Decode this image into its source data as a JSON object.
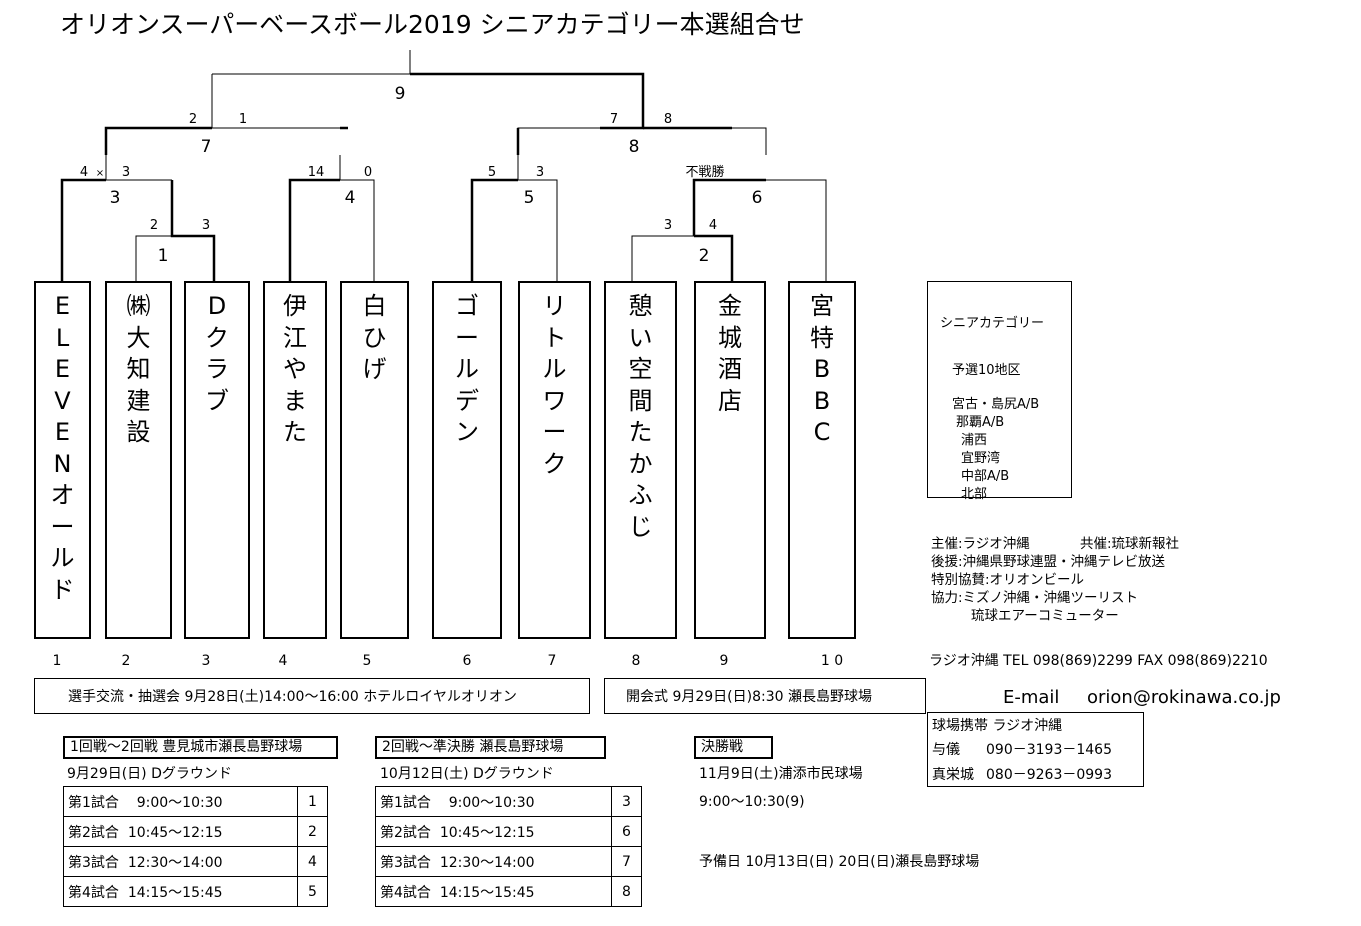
{
  "title": "オリオンスーパーベースボール2019  シニアカテゴリー本選組合せ",
  "bracket": {
    "game_numbers": [
      "9",
      "7",
      "8",
      "3",
      "4",
      "5",
      "6",
      "1",
      "2"
    ],
    "scores": {
      "g9_left": "2",
      "g9_right": "1",
      "g8_left": "7",
      "g8_right": "8",
      "g7_left": "4",
      "g7_mark": "×",
      "g7_right": "3",
      "g3_left": "14",
      "g3_right": "0",
      "g5_left": "5",
      "g5_right": "3",
      "g6_note": "不戦勝",
      "g1_left": "2",
      "g1_right": "3",
      "g2_left": "3",
      "g2_right": "4"
    }
  },
  "teams": [
    {
      "seed": "1",
      "chars": [
        "E",
        "L",
        "E",
        "V",
        "E",
        "N",
        "オ",
        "ー",
        "ル",
        "ド"
      ]
    },
    {
      "seed": "2",
      "chars": [
        "㈱",
        "大",
        "知",
        "建",
        "設"
      ]
    },
    {
      "seed": "3",
      "chars": [
        "D",
        "ク",
        "ラ",
        "ブ"
      ]
    },
    {
      "seed": "4",
      "chars": [
        "伊",
        "江",
        "や",
        "ま",
        "た"
      ]
    },
    {
      "seed": "5",
      "chars": [
        "白",
        "ひ",
        "げ"
      ]
    },
    {
      "seed": "6",
      "chars": [
        "ゴ",
        "ー",
        "ル",
        "デ",
        "ン"
      ]
    },
    {
      "seed": "7",
      "chars": [
        "リ",
        "ト",
        "ル",
        "ワ",
        "ー",
        "ク"
      ]
    },
    {
      "seed": "8",
      "chars": [
        "憩",
        "い",
        "空",
        "間",
        "た",
        "か",
        "ふ",
        "じ"
      ]
    },
    {
      "seed": "9",
      "chars": [
        "金",
        "城",
        "酒",
        "店"
      ]
    },
    {
      "seed": "1 0",
      "chars": [
        "宮",
        "特",
        "B",
        "B",
        "C"
      ]
    }
  ],
  "info_box": {
    "category": "シニアカテゴリー",
    "prelim": "予選10地区",
    "regions": [
      "宮古・島尻A/B",
      "那覇A/B",
      "浦西",
      "宜野湾",
      "中部A/B",
      "北部"
    ]
  },
  "sponsors": {
    "host": "主催:ラジオ沖縄",
    "cohost": "共催:琉球新報社",
    "support": "後援:沖縄県野球連盟・沖縄テレビ放送",
    "special": "特別協賛:オリオンビール",
    "coop": "協力:ミズノ沖縄・沖縄ツーリスト",
    "coop2": "琉球エアーコミューター"
  },
  "contact": {
    "phone": "ラジオ沖縄  TEL  098(869)2299  FAX 098(869)2210",
    "email_label": "E-mail",
    "email": "orion@rokinawa.co.jp",
    "mobile_title": "球場携帯  ラジオ沖縄",
    "mobile1_name": "与儀",
    "mobile1_no": "090－3193－1465",
    "mobile2_name": "真栄城",
    "mobile2_no": "080－9263－0993"
  },
  "events": {
    "draw": "選手交流・抽選会  9月28日(土)14:00～16:00  ホテルロイヤルオリオン",
    "opening": "開会式  9月29日(日)8:30  瀬長島野球場"
  },
  "schedule1": {
    "title": "1回戦～2回戦  豊見城市瀬長島野球場",
    "date": "9月29日(日)      Dグラウンド",
    "rows": [
      {
        "name": "第1試合",
        "time": "9:00～10:30",
        "game": "1"
      },
      {
        "name": "第2試合",
        "time": "10:45～12:15",
        "game": "2"
      },
      {
        "name": "第3試合",
        "time": "12:30～14:00",
        "game": "4"
      },
      {
        "name": "第4試合",
        "time": "14:15～15:45",
        "game": "5"
      }
    ]
  },
  "schedule2": {
    "title": "2回戦～準決勝  瀬長島野球場",
    "date": "10月12日(土)  Dグラウンド",
    "rows": [
      {
        "name": "第1試合",
        "time": "9:00～10:30",
        "game": "3"
      },
      {
        "name": "第2試合",
        "time": "10:45～12:15",
        "game": "6"
      },
      {
        "name": "第3試合",
        "time": "12:30～14:00",
        "game": "7"
      },
      {
        "name": "第4試合",
        "time": "14:15～15:45",
        "game": "8"
      }
    ]
  },
  "final": {
    "title": "決勝戦",
    "venue": "11月9日(土)浦添市民球場",
    "time": "9:00～10:30(9)",
    "reserve": "予備日  10月13日(日)  20日(日)瀬長島野球場"
  }
}
